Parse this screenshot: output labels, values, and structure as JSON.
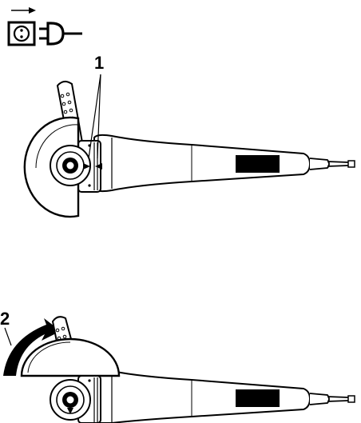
{
  "header": {
    "symbols": [
      "arrow-right-icon",
      "power-socket-icon",
      "unplug-icon"
    ]
  },
  "step1": {
    "callout_label": "1",
    "tool": "angle-grinder",
    "guard_position": "initial"
  },
  "step2": {
    "callout_label": "2",
    "tool": "angle-grinder",
    "guard_rotation": "clockwise"
  },
  "colors": {
    "ink": "#000000",
    "paper": "#ffffff"
  }
}
